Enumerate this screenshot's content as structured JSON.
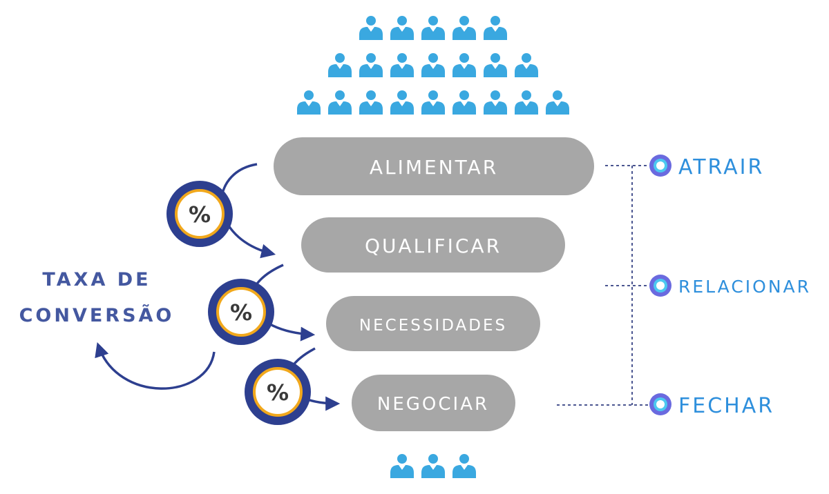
{
  "colors": {
    "people": "#3aa8e0",
    "pill": "#a7a7a7",
    "pill_text": "#ffffff",
    "navy": "#2d3f8f",
    "gold": "#f1a81c",
    "stage_text": "#2e8fdc",
    "conv_text": "#4458a0",
    "dot_ring": "#6a6adf",
    "dot_glow": "#4cc8f0",
    "dash": "#4a5590"
  },
  "funnel": {
    "steps": [
      {
        "label": "ALIMENTAR"
      },
      {
        "label": "QUALIFICAR"
      },
      {
        "label": "NECESSIDADES"
      },
      {
        "label": "NEGOCIAR"
      }
    ]
  },
  "people_rows": [
    5,
    7,
    9,
    3
  ],
  "conversion": {
    "line1": "TAXA DE",
    "line2": "CONVERSÃO",
    "badge_symbol": "%"
  },
  "stages": [
    {
      "label": "ATRAIR"
    },
    {
      "label": "RELACIONAR"
    },
    {
      "label": "FECHAR"
    }
  ]
}
